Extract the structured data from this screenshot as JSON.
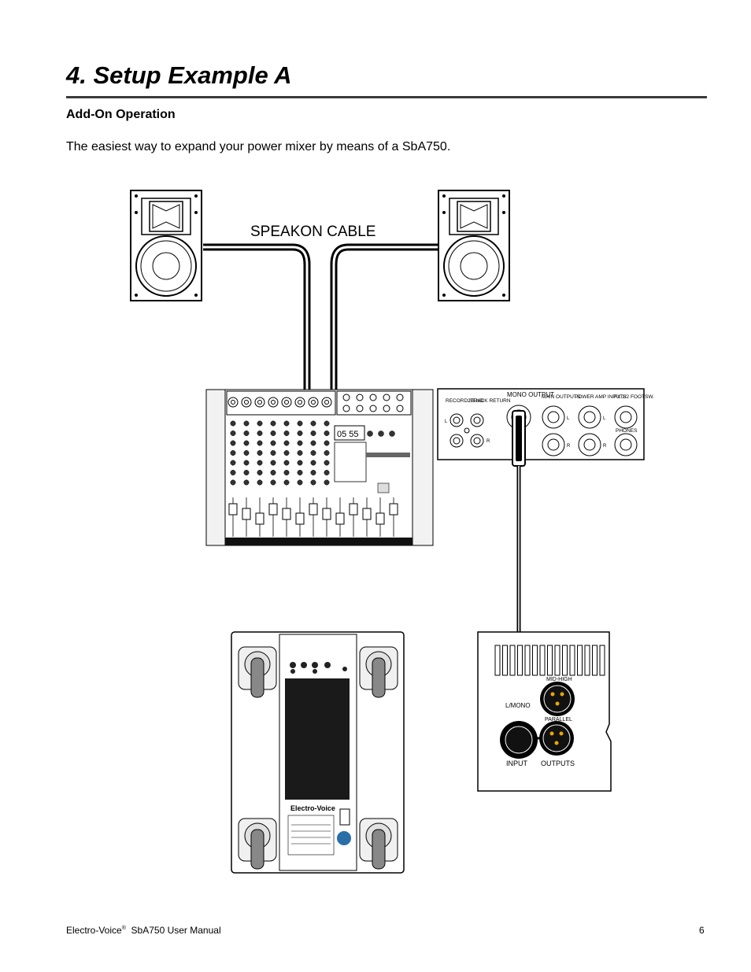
{
  "page": {
    "title": "4. Setup Example A",
    "subheading": "Add-On Operation",
    "intro": "The easiest way to expand your power mixer by means of a SbA750."
  },
  "diagram": {
    "cable_label": "SPEAKON CABLE",
    "mixer_panel": {
      "record_send": "RECORD SEND",
      "playback_return": "2TRACK RETURN",
      "mono_output": "MONO OUTPUT",
      "main_outputs": "MAIN OUTPUTS",
      "power_amp_inputs": "POWER AMP INPUTS",
      "fx_footsw": "FX 1/2 FOOTSW.",
      "phones": "PHONES",
      "left": "L",
      "right": "R"
    },
    "sub_panel": {
      "mid_high": "MID-HIGH",
      "l_mono": "L/MONO",
      "parallel": "PARALLEL",
      "input": "INPUT",
      "outputs": "OUTPUTS",
      "brand": "Electro-Voice"
    },
    "mixer_display": "05 55"
  },
  "footer": {
    "brand": "Electro-Voice",
    "reg": "®",
    "manual": "SbA750 User Manual",
    "page_number": "6"
  },
  "colors": {
    "text": "#000000",
    "rule": "#3a3a3a",
    "panel_fill": "#ececec",
    "connector_pin": "#e8a800"
  }
}
